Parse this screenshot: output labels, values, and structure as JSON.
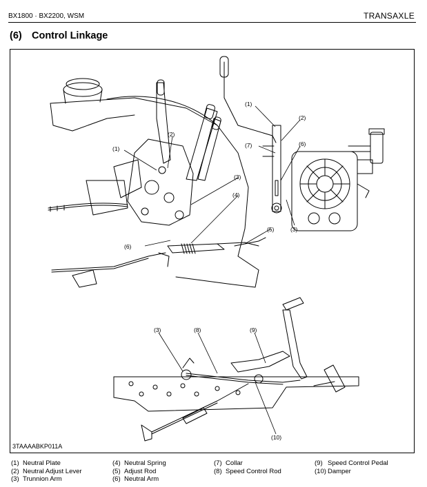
{
  "header": {
    "model": "BX1800 · BX2200, WSM",
    "section": "TRANSAXLE"
  },
  "title": {
    "number": "(6)",
    "text": "Control Linkage"
  },
  "figure": {
    "code": "3TAAAABKP011A",
    "callouts": {
      "top_left": [
        "(1)",
        "(2)",
        "(3)",
        "(4)",
        "(5)",
        "(6)"
      ],
      "top_right": [
        "(1)",
        "(2)",
        "(7)",
        "(6)",
        "(3)"
      ],
      "bottom": [
        "(3)",
        "(8)",
        "(9)",
        "(10)"
      ]
    }
  },
  "legend": {
    "columns": [
      [
        {
          "num": "(1)",
          "label": "Neutral Plate"
        },
        {
          "num": "(2)",
          "label": "Neutral Adjust Lever"
        },
        {
          "num": "(3)",
          "label": "Trunnion Arm"
        }
      ],
      [
        {
          "num": "(4)",
          "label": "Neutral Spring"
        },
        {
          "num": "(5)",
          "label": "Adjust Rod"
        },
        {
          "num": "(6)",
          "label": "Neutral Arm"
        }
      ],
      [
        {
          "num": "(7)",
          "label": "Collar"
        },
        {
          "num": "(8)",
          "label": "Speed Control Rod"
        }
      ],
      [
        {
          "num": "(9)",
          "label": "Speed Control Pedal"
        },
        {
          "num": "(10)",
          "label": "Damper"
        }
      ]
    ]
  }
}
